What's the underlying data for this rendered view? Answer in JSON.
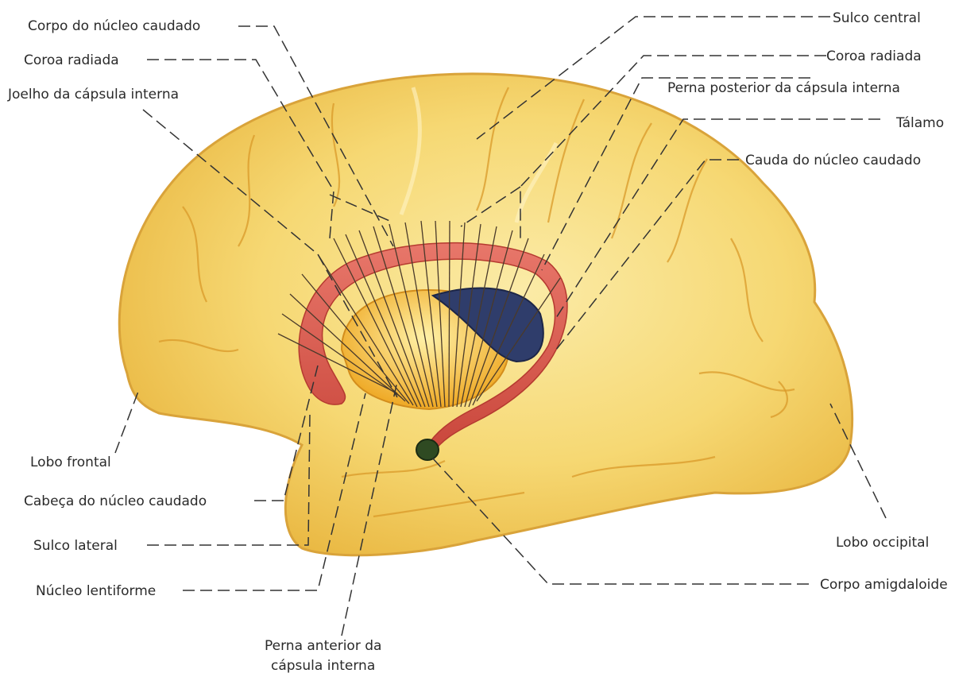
{
  "labels": {
    "corpo_nucleo_caudado": "Corpo do núcleo caudado",
    "coroa_radiada_left": "Coroa radiada",
    "joelho_capsula_interna": "Joelho da cápsula interna",
    "sulco_central": "Sulco central",
    "coroa_radiada_right": "Coroa radiada",
    "perna_posterior_capsula_interna": "Perna posterior da cápsula interna",
    "talamo": "Tálamo",
    "cauda_nucleo_caudado": "Cauda do núcleo caudado",
    "lobo_frontal": "Lobo frontal",
    "cabeca_nucleo_caudado": "Cabeça do núcleo caudado",
    "sulco_lateral": "Sulco lateral",
    "nucleo_lentiforme": "Núcleo lentiforme",
    "lobo_occipital": "Lobo occipital",
    "corpo_amigdaloide": "Corpo amigdaloide",
    "perna_anterior_line1": "Perna anterior da",
    "perna_anterior_line2": "cápsula interna"
  },
  "colors": {
    "cortex": "#f2cb55",
    "caudate": "#dd5a4d",
    "thalamus": "#2f3d6b",
    "lentiform": "#f3b52c",
    "amygdala": "#2f4a22"
  }
}
